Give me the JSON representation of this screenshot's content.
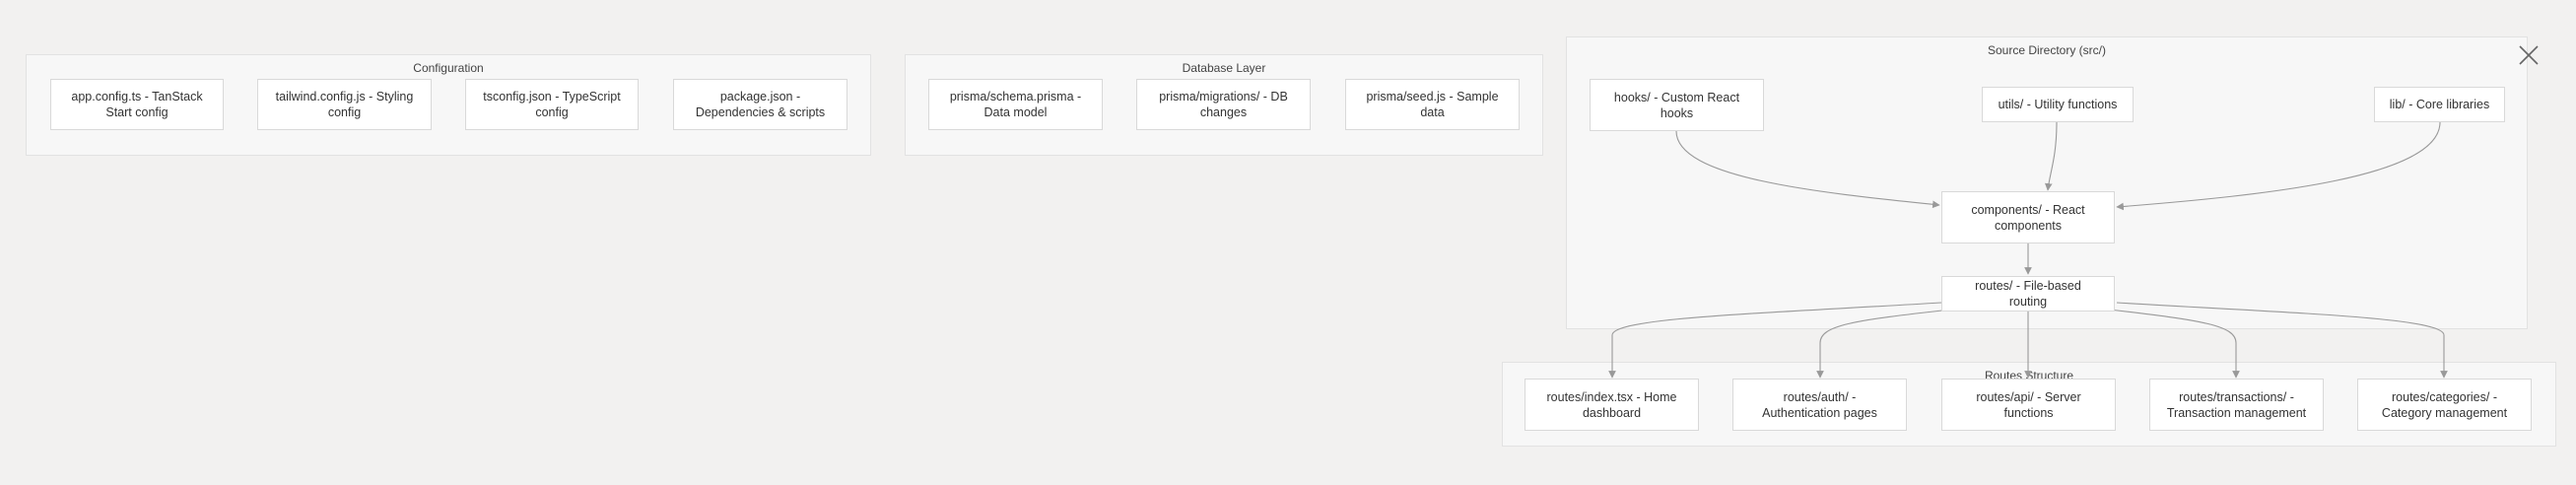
{
  "clusters": {
    "configuration": "Configuration",
    "database": "Database Layer",
    "source": "Source Directory (src/)",
    "routes": "Routes Structure"
  },
  "nodes": {
    "app_config": "app.config.ts - TanStack Start config",
    "tailwind_config": "tailwind.config.js - Styling config",
    "tsconfig": "tsconfig.json - TypeScript config",
    "package_json": "package.json - Dependencies & scripts",
    "prisma_schema": "prisma/schema.prisma - Data model",
    "prisma_migrations": "prisma/migrations/ - DB changes",
    "prisma_seed": "prisma/seed.js - Sample data",
    "hooks": "hooks/ - Custom React hooks",
    "utils": "utils/ - Utility functions",
    "lib": "lib/ - Core libraries",
    "components": "components/ - React components",
    "routes": "routes/ - File-based routing",
    "routes_index": "routes/index.tsx - Home dashboard",
    "routes_auth": "routes/auth/ - Authentication pages",
    "routes_api": "routes/api/ - Server functions",
    "routes_transactions": "routes/transactions/ - Transaction management",
    "routes_categories": "routes/categories/ - Category management"
  },
  "edges": [
    {
      "from": "hooks",
      "to": "components"
    },
    {
      "from": "utils",
      "to": "components"
    },
    {
      "from": "lib",
      "to": "components"
    },
    {
      "from": "components",
      "to": "routes"
    },
    {
      "from": "routes",
      "to": "routes_index"
    },
    {
      "from": "routes",
      "to": "routes_auth"
    },
    {
      "from": "routes",
      "to": "routes_api"
    },
    {
      "from": "routes",
      "to": "routes_transactions"
    },
    {
      "from": "routes",
      "to": "routes_categories"
    }
  ],
  "icons": {
    "close": "close-icon"
  },
  "colors": {
    "background": "#f2f1f0",
    "cluster": "#f7f7f7",
    "node": "#ffffff",
    "edge": "#999999"
  }
}
